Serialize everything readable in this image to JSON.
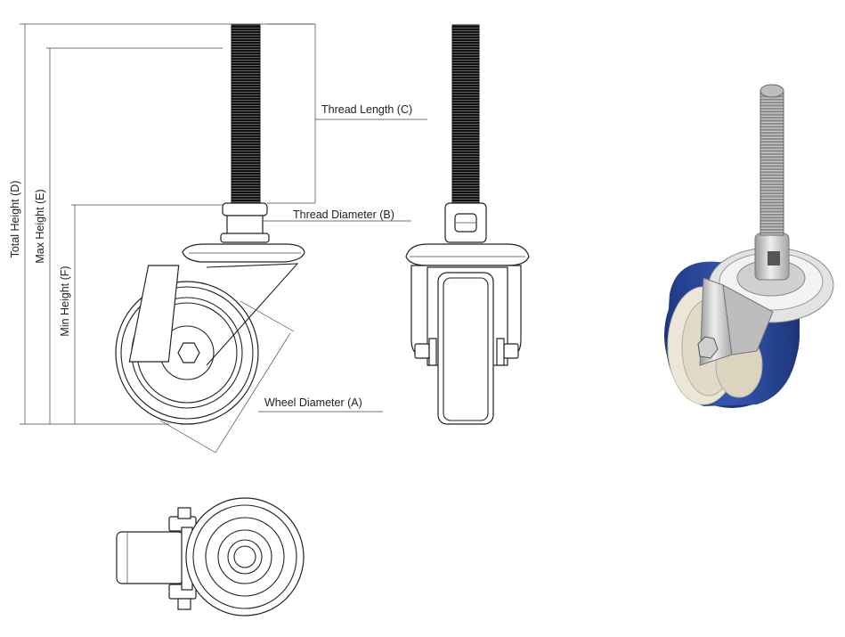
{
  "labels": {
    "total_height": "Total Height (D)",
    "max_height": "Max Height (E)",
    "min_height": "Min Height (F)",
    "thread_length": "Thread Length (C)",
    "thread_diameter": "Thread Diameter (B)",
    "wheel_diameter": "Wheel Diameter (A)",
    "diameter_symbol": "⌀"
  },
  "colors": {
    "line": "#222222",
    "wheel_tread_3d": "#2c4a9a",
    "wheel_core_3d": "#ece6d8",
    "steel_3d": "#c8c8c8"
  }
}
